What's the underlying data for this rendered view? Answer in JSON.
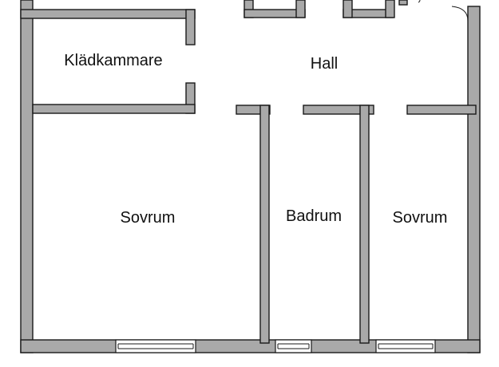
{
  "floor_plan": {
    "rooms": [
      {
        "id": "kladkammare",
        "label": "Klädkammare"
      },
      {
        "id": "hall",
        "label": "Hall"
      },
      {
        "id": "sovrum-left",
        "label": "Sovrum"
      },
      {
        "id": "badrum",
        "label": "Badrum"
      },
      {
        "id": "sovrum-right",
        "label": "Sovrum"
      }
    ],
    "colors": {
      "wall_fill": "#a9a9a9",
      "wall_stroke": "#1a1a1a",
      "floor": "#ffffff"
    }
  }
}
